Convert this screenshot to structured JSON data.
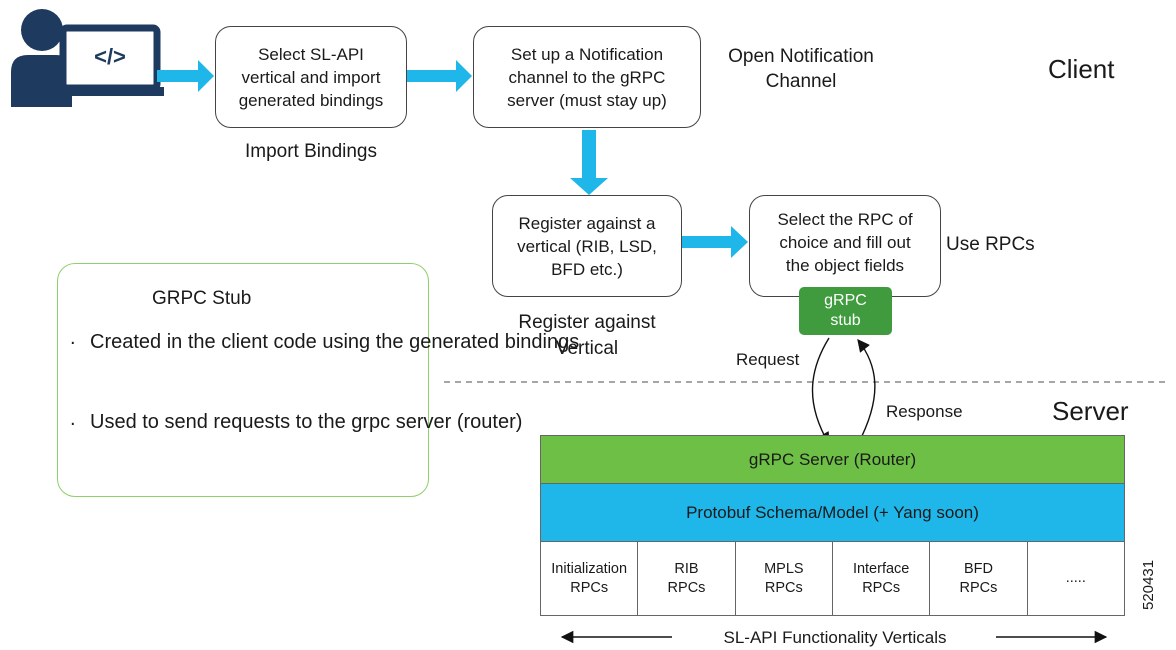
{
  "client": {
    "section_label": "Client",
    "icon": "developer-laptop-icon",
    "code_glyph": "</>",
    "import_box": "Select SL-API\nvertical and import\ngenerated bindings",
    "import_caption": "Import Bindings",
    "notify_box": "Set up a Notification\nchannel to the gRPC\nserver (must stay up)",
    "notify_caption": "Open Notification\nChannel",
    "register_box": "Register against a\nvertical (RIB, LSD,\nBFD etc.)",
    "register_caption": "Register against\nVertical",
    "rpc_box": "Select the RPC of\nchoice and fill out\nthe object fields",
    "rpc_caption": "Use RPCs",
    "stub_badge": "gRPC\nstub"
  },
  "stub_panel": {
    "title": "GRPC Stub",
    "bullet_marker": ".",
    "bullets": [
      "Created in the client code using\nthe generated bindings",
      "Used to send requests to the\ngrpc server (router)"
    ]
  },
  "server": {
    "section_label": "Server",
    "request_label": "Request",
    "response_label": "Response",
    "grpc_layer": "gRPC Server (Router)",
    "proto_layer": "Protobuf Schema/Model (+ Yang soon)",
    "verticals": [
      "Initialization\nRPCs",
      "RIB\nRPCs",
      "MPLS\nRPCs",
      "Interface\nRPCs",
      "BFD\nRPCs",
      "....."
    ],
    "verticals_caption": "SL-API Functionality Verticals"
  },
  "colors": {
    "arrow": "#1fb7ea",
    "grpc_layer": "#6ebf45",
    "proto_layer": "#1fb7ea",
    "stub_badge": "#3f9b3d",
    "stub_panel_border": "#8fd06a",
    "icon_navy": "#1e3a5f"
  },
  "figure_id": "520431"
}
